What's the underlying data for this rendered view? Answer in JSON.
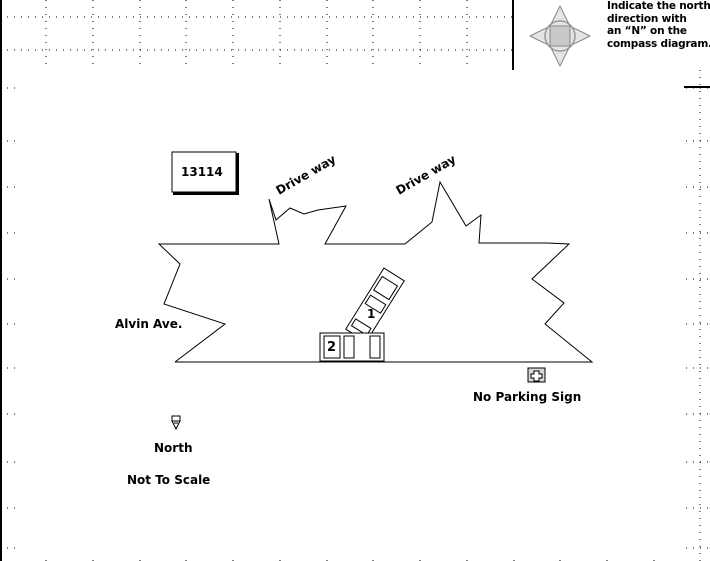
{
  "compass_hint": {
    "line1": "Indicate the north",
    "line2": "direction with",
    "line3": "an “N” on the",
    "line4": "compass diagram."
  },
  "labels": {
    "address": "13114",
    "driveway_left": "Drive way",
    "driveway_right": "Drive way",
    "street": "Alvin Ave.",
    "vehicle_1": "1",
    "vehicle_2": "2",
    "no_parking_sign": "No Parking Sign",
    "north": "North",
    "scale_note": "Not To Scale"
  },
  "icons": {
    "compass": "compass-rose-icon",
    "sign": "sign-plus-icon",
    "north_marker": "north-arrow-icon"
  },
  "colors": {
    "line": "#000000",
    "grid": "#000000",
    "compass_fill": "#c8c8c8"
  }
}
